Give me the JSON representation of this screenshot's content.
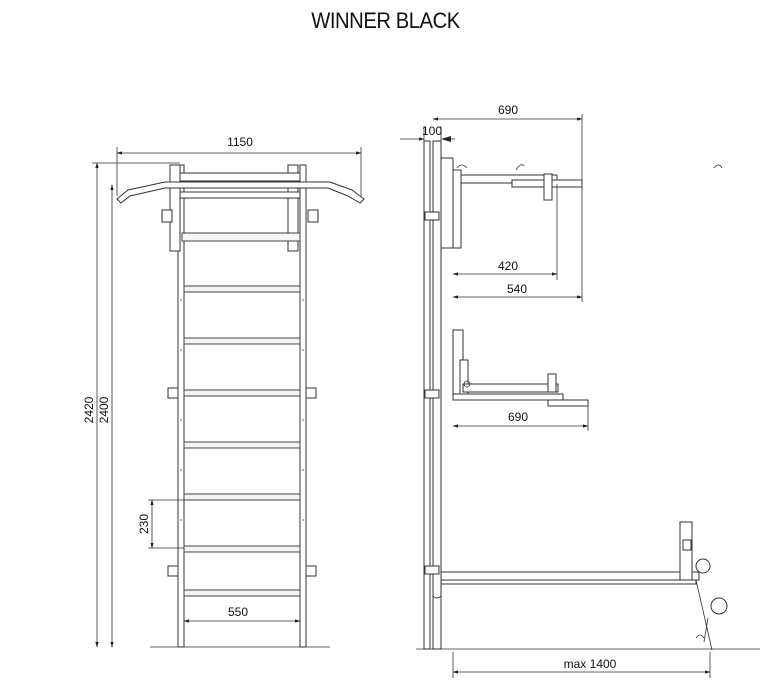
{
  "title": "WINNER BLACK",
  "front_view": {
    "width_label": "1150",
    "height_outer_label": "2420",
    "height_inner_label": "2400",
    "rung_spacing_label": "230",
    "inner_width_label": "550"
  },
  "side_view": {
    "depth_label": "690",
    "wall_offset_label": "100",
    "pullup_depth_label": "420",
    "pullup_reach_label": "540",
    "dip_depth_label": "690",
    "bench_length_label": "max 1400"
  }
}
